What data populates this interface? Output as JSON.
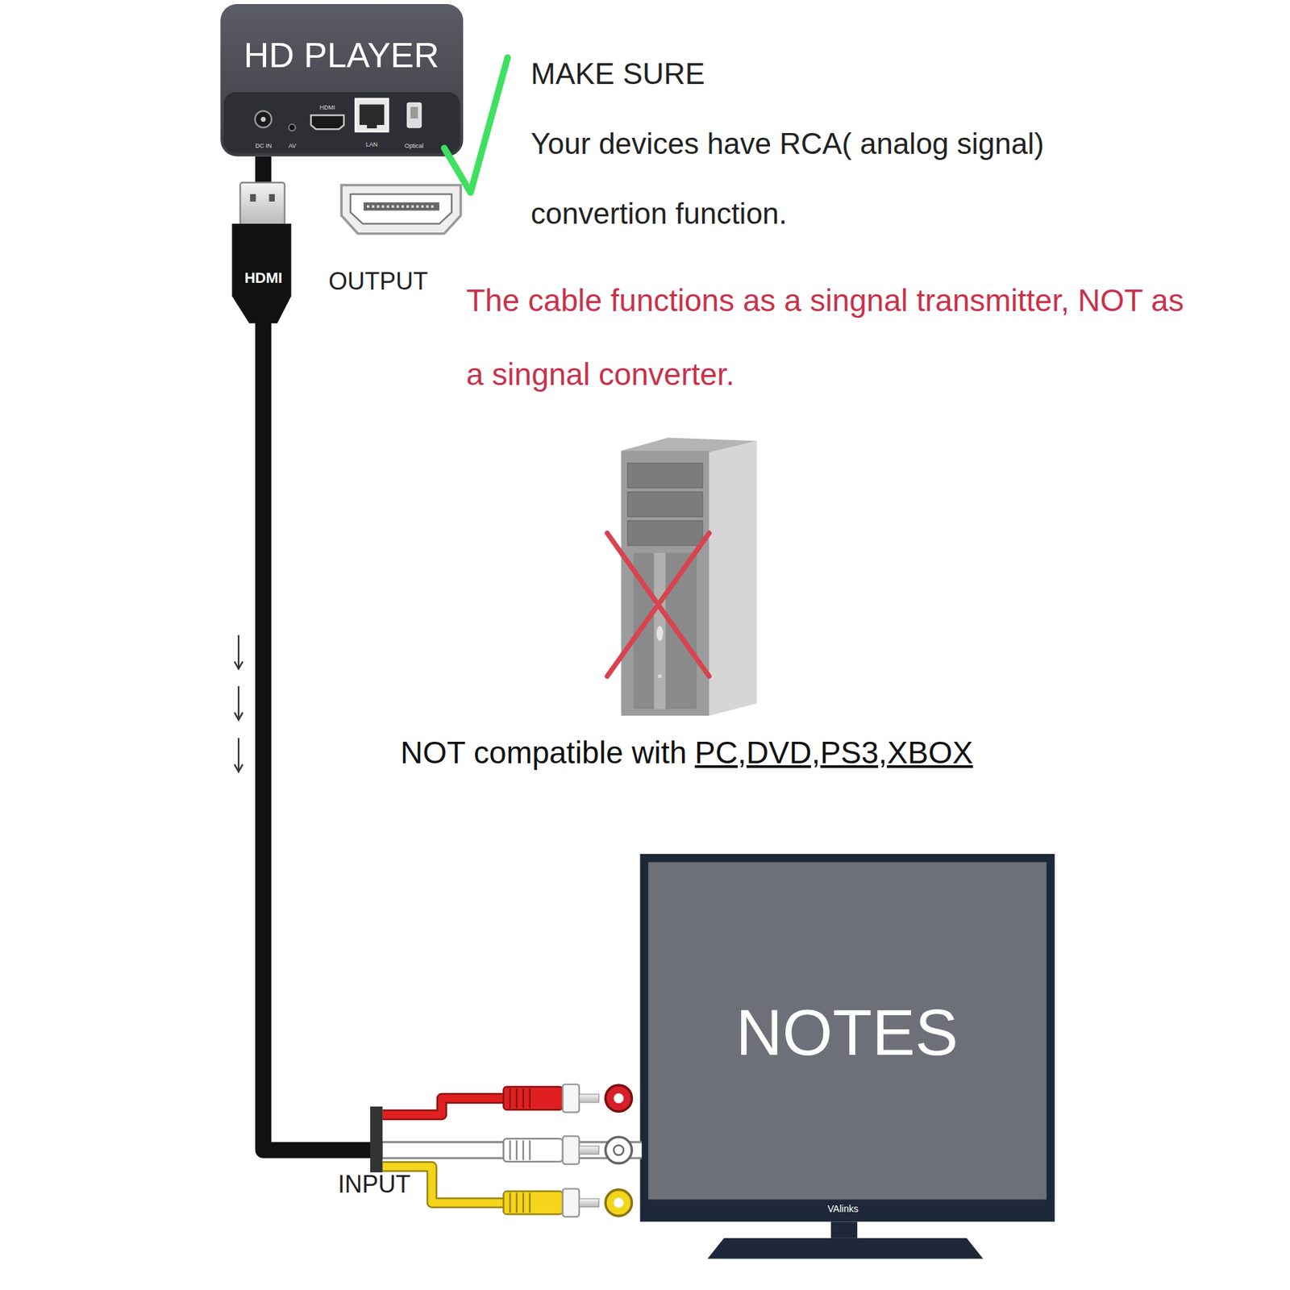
{
  "diagram": {
    "nodes": [
      {
        "text": [
          "HD PLAYER",
          "DC IN",
          "AV",
          "HDMI",
          "LAN",
          "Optical"
        ]
      },
      {
        "text": [
          "NOTES",
          "VAlinks"
        ]
      }
    ],
    "edges": [
      {
        "from": 0,
        "to": 1,
        "arrow": "none"
      }
    ],
    "labels": [
      "MAKE SURE",
      "Your devices have RCA( analog signal) convertion function.",
      "HDMI",
      "OUTPUT",
      "The cable functions as a singnal transmitter, NOT as a singnal converter.",
      "NOT compatible with",
      "PC,DVD,PS3,XBOX",
      "INPUT"
    ]
  }
}
